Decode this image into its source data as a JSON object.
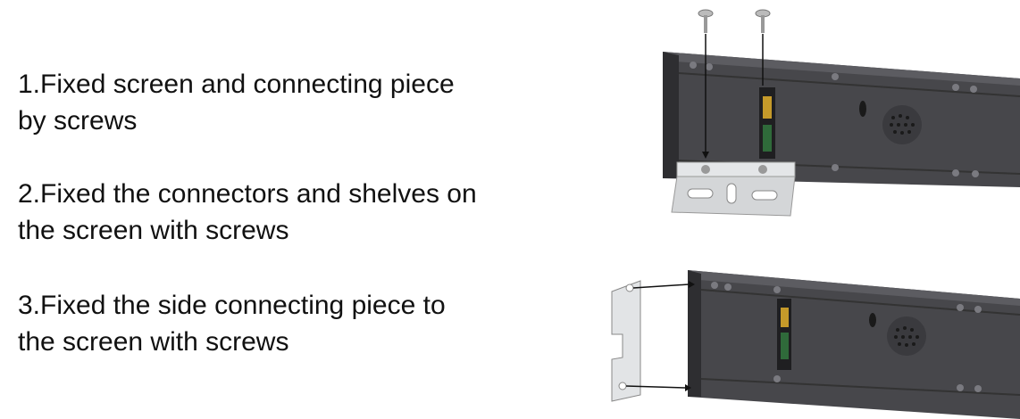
{
  "steps": [
    {
      "line1": "1.Fixed screen and connecting piece",
      "line2": "by screws"
    },
    {
      "line1": "2.Fixed the connectors and shelves on",
      "line2": "the screen with screws"
    },
    {
      "line1": "3.Fixed the side connecting piece to",
      "line2": "the screen with screws"
    }
  ],
  "colors": {
    "rail": "#4a4a4e",
    "rail_dark": "#2e2e31",
    "bracket": "#d8dadc",
    "pcb": "#2f6a3a"
  }
}
